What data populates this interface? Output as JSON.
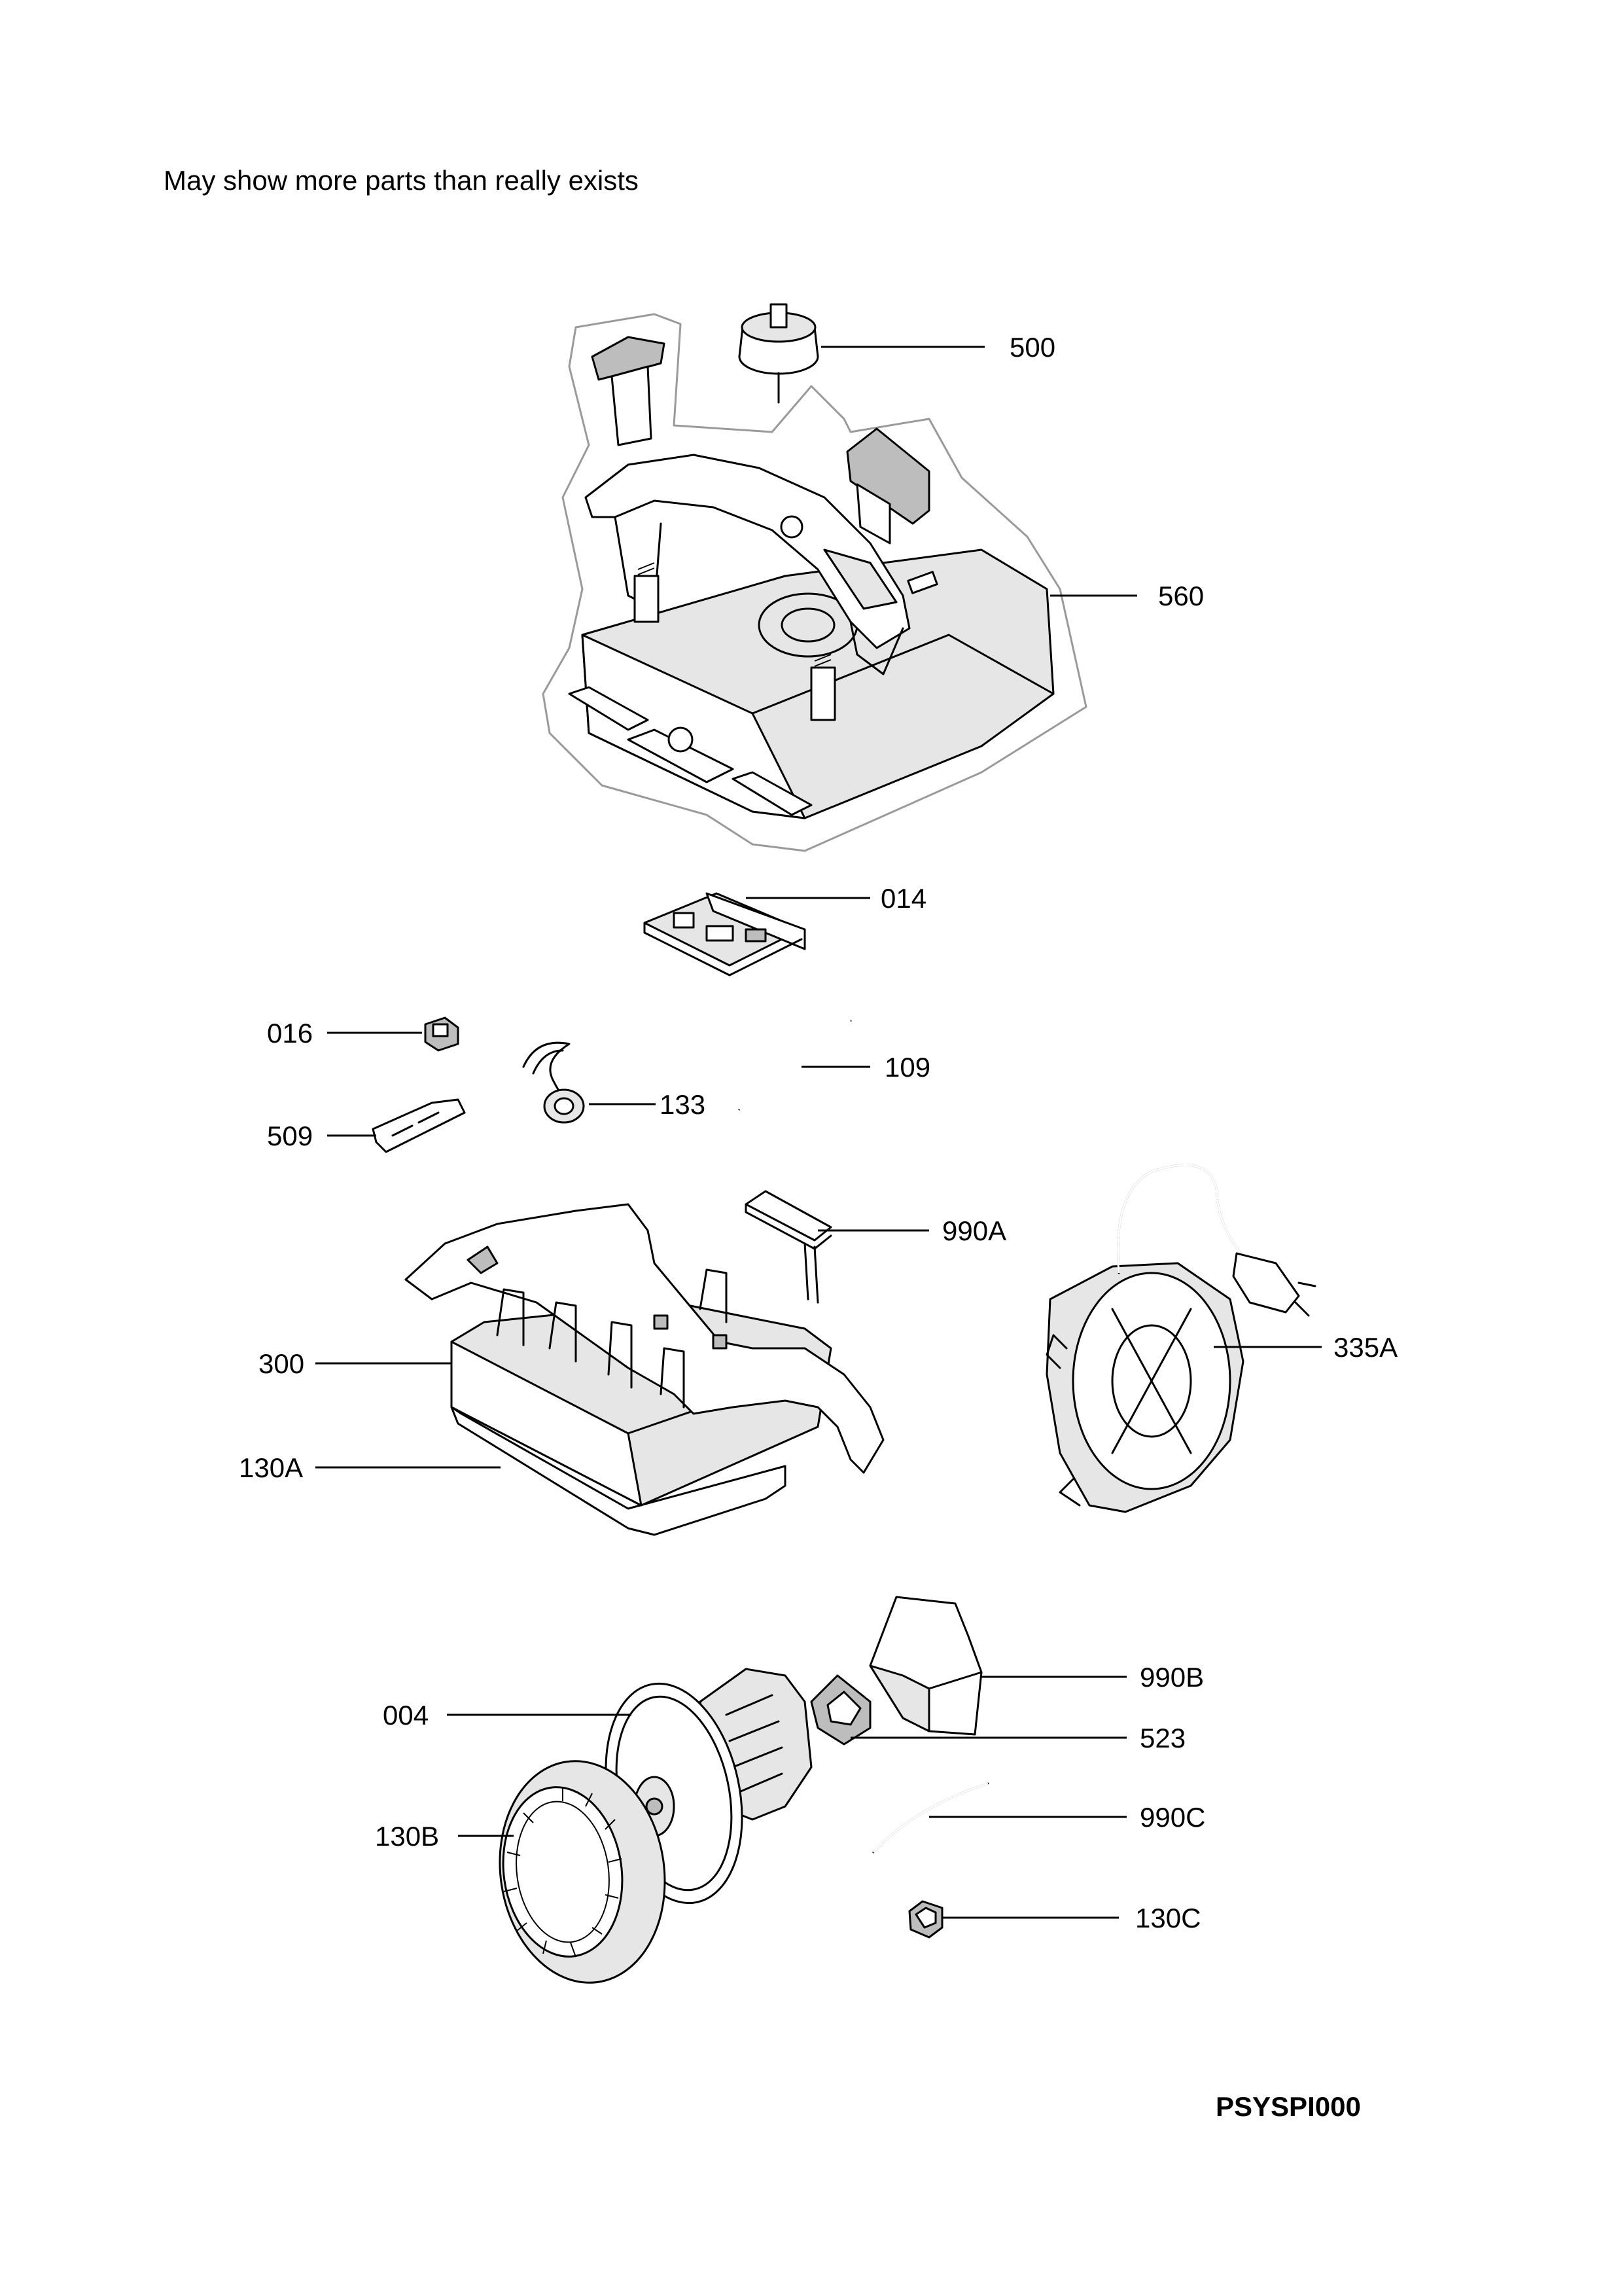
{
  "note": "May show more parts than really exists",
  "document_code": "PSYSPI000",
  "callouts": [
    {
      "id": "500",
      "label": "500"
    },
    {
      "id": "560",
      "label": "560"
    },
    {
      "id": "014",
      "label": "014"
    },
    {
      "id": "016",
      "label": "016"
    },
    {
      "id": "133",
      "label": "133"
    },
    {
      "id": "109",
      "label": "109"
    },
    {
      "id": "509",
      "label": "509"
    },
    {
      "id": "990A",
      "label": "990A"
    },
    {
      "id": "300",
      "label": "300"
    },
    {
      "id": "335A",
      "label": "335A"
    },
    {
      "id": "130A",
      "label": "130A"
    },
    {
      "id": "990B",
      "label": "990B"
    },
    {
      "id": "004",
      "label": "004"
    },
    {
      "id": "523",
      "label": "523"
    },
    {
      "id": "130B",
      "label": "130B"
    },
    {
      "id": "990C",
      "label": "990C"
    },
    {
      "id": "130C",
      "label": "130C"
    }
  ]
}
